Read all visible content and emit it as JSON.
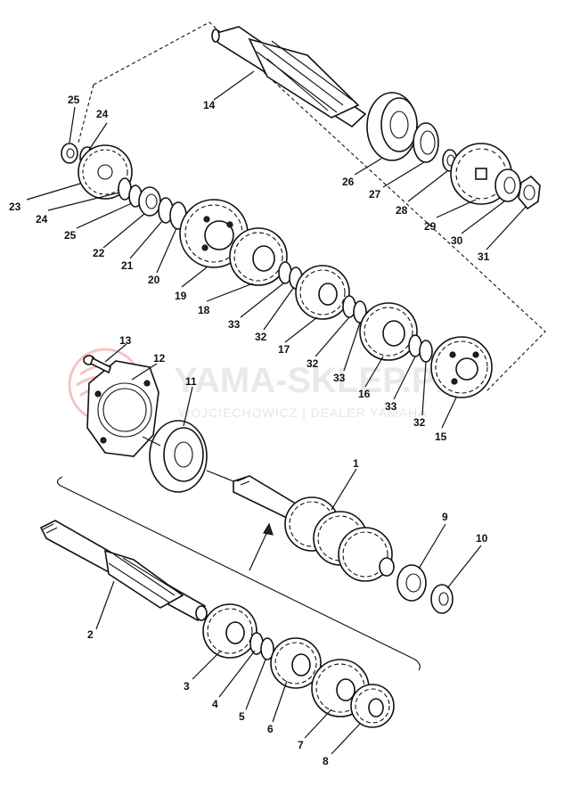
{
  "watermark": {
    "brand": "YAMA-SKLEP.PL",
    "tagline": "WOJCIECHOWICZ | DEALER YAMAHA",
    "logo_color": "#e05a5a"
  },
  "callouts": [
    "1",
    "2",
    "3",
    "4",
    "5",
    "6",
    "7",
    "8",
    "9",
    "10",
    "11",
    "12",
    "13",
    "14",
    "15",
    "16",
    "17",
    "18",
    "19",
    "20",
    "21",
    "22",
    "23",
    "24",
    "25",
    "26",
    "27",
    "28",
    "29",
    "30",
    "31",
    "32",
    "33"
  ]
}
